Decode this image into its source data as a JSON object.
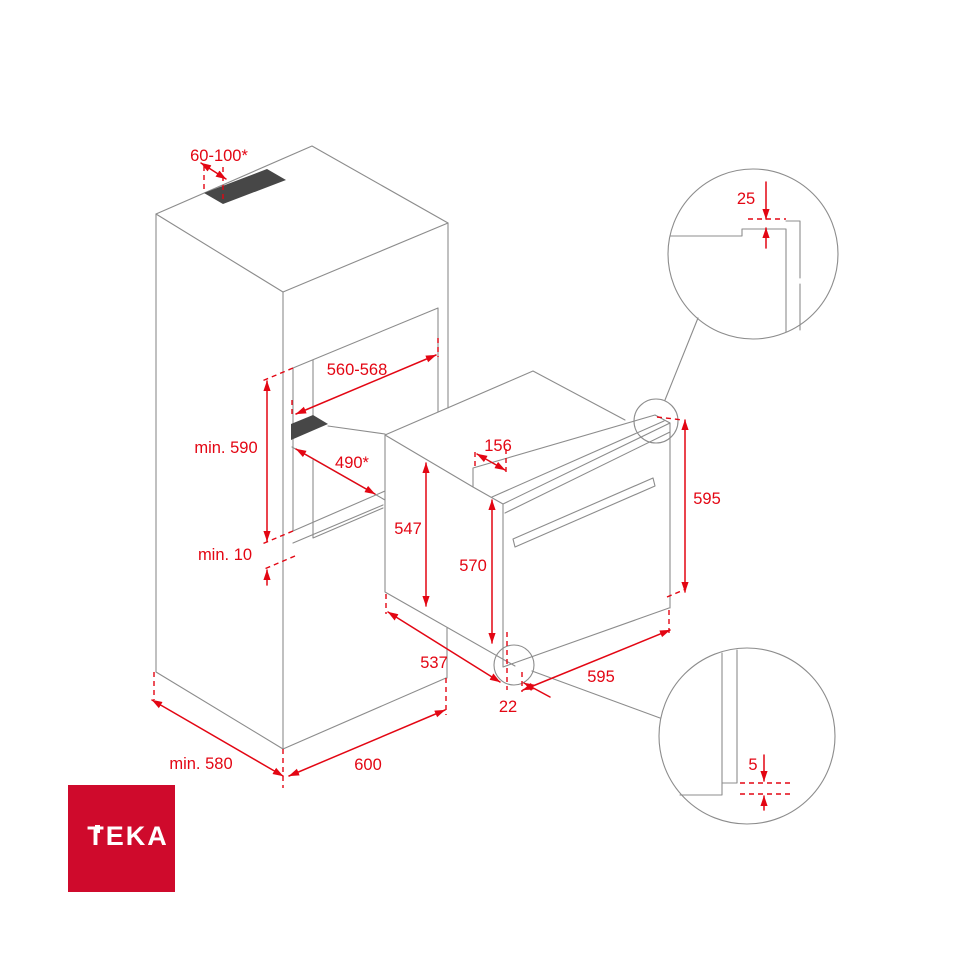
{
  "colors": {
    "background": "#ffffff",
    "line_gray": "#8c8c8c",
    "accent_red": "#e30613",
    "patch_dark": "#474747",
    "logo_red": "#cf0a2c",
    "logo_text": "#ffffff"
  },
  "cabinet": {
    "top_vent_width": "60-100*",
    "opening_width": "560-568",
    "opening_height": "min. 590",
    "bottom_clearance": "min. 10",
    "shelf_vent_depth": "490*",
    "depth": "min. 580",
    "width": "600"
  },
  "oven": {
    "top_recess": "156",
    "body_height": "547",
    "front_inner_height": "570",
    "height": "595",
    "depth": "537",
    "width": "595",
    "frame_offset": "22"
  },
  "details": {
    "top_overlap": "25",
    "bottom_gap": "5"
  },
  "logo": {
    "text": "TEKA"
  }
}
